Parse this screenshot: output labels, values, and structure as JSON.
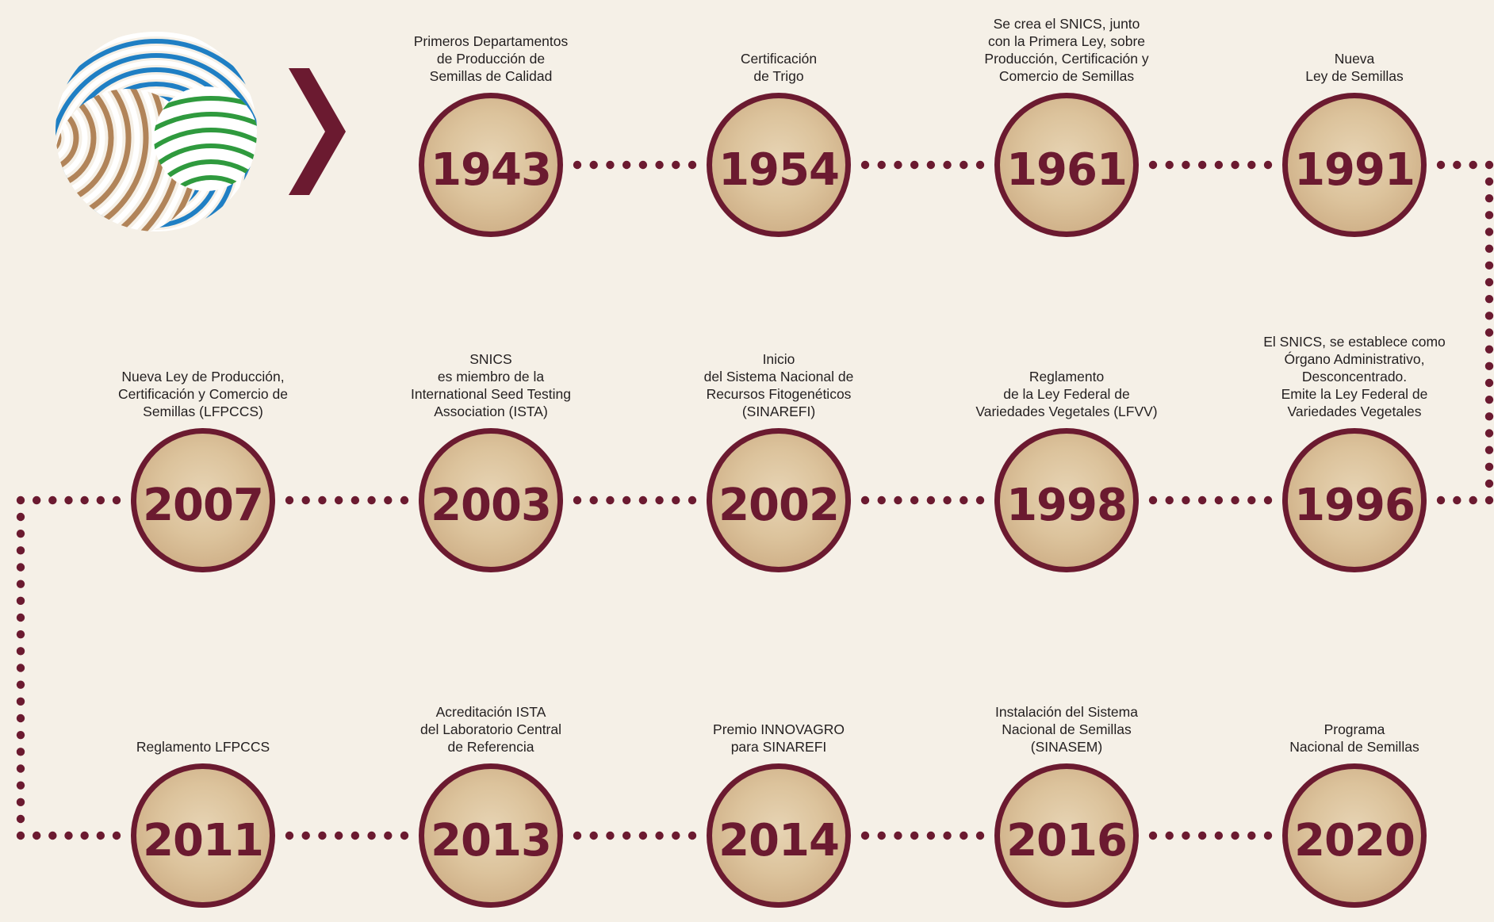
{
  "colors": {
    "maroon": "#6b1a30",
    "background": "#f5f0e7",
    "circle_fill": "#dcc39c",
    "logo_blue": "#1f7fc4",
    "logo_brown": "#b18459",
    "logo_green": "#2f9a3e"
  },
  "logo": {
    "icon": "seed-fields-logo"
  },
  "arrow": {
    "icon": "chevron-right-icon"
  },
  "milestones": [
    {
      "year": "1943",
      "caption": [
        "Primeros Departamentos",
        "de Producción de",
        "Semillas de Calidad"
      ]
    },
    {
      "year": "1954",
      "caption": [
        "Certificación",
        "de Trigo"
      ]
    },
    {
      "year": "1961",
      "caption": [
        "Se crea el SNICS, junto",
        "con la Primera Ley, sobre",
        "Producción, Certificación y",
        "Comercio de Semillas"
      ]
    },
    {
      "year": "1991",
      "caption": [
        "Nueva",
        "Ley de Semillas"
      ]
    },
    {
      "year": "1996",
      "caption": [
        "El SNICS, se establece como",
        "Órgano Administrativo,",
        "Desconcentrado.",
        "Emite la Ley Federal de",
        "Variedades Vegetales"
      ]
    },
    {
      "year": "1998",
      "caption": [
        "Reglamento",
        "de la Ley Federal de",
        "Variedades Vegetales (LFVV)"
      ]
    },
    {
      "year": "2002",
      "caption": [
        "Inicio",
        "del Sistema Nacional de",
        "Recursos Fitogenéticos",
        "(SINAREFI)"
      ]
    },
    {
      "year": "2003",
      "caption": [
        "SNICS",
        "es miembro de la",
        "International Seed Testing",
        "Association (ISTA)"
      ]
    },
    {
      "year": "2007",
      "caption": [
        "Nueva Ley de Producción,",
        "Certificación y Comercio de",
        "Semillas (LFPCCS)"
      ]
    },
    {
      "year": "2011",
      "caption": [
        "Reglamento LFPCCS"
      ]
    },
    {
      "year": "2013",
      "caption": [
        "Acreditación ISTA",
        "del Laboratorio Central",
        "de Referencia"
      ]
    },
    {
      "year": "2014",
      "caption": [
        "Premio INNOVAGRO",
        "para SINAREFI"
      ]
    },
    {
      "year": "2016",
      "caption": [
        "Instalación del Sistema",
        "Nacional de Semillas",
        "(SINASEM)"
      ]
    },
    {
      "year": "2020",
      "caption": [
        "Programa",
        "Nacional de Semillas"
      ]
    }
  ]
}
